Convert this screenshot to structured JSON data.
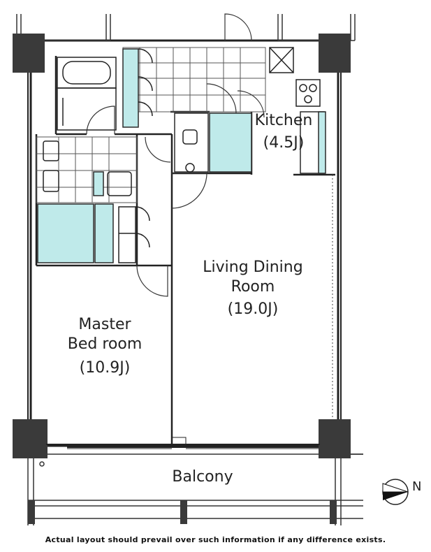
{
  "rooms": {
    "kitchen": {
      "name": "Kitchen",
      "size": "(4.5J)"
    },
    "living": {
      "name_line1": "Living Dining",
      "name_line2": "Room",
      "size": "(19.0J)"
    },
    "bedroom": {
      "name_line1": "Master",
      "name_line2": "Bed room",
      "size": "(10.9J)"
    },
    "balcony": {
      "name": "Balcony"
    }
  },
  "compass": {
    "letter": "N"
  },
  "disclaimer": "Actual layout should prevail over such information if any difference exists.",
  "colors": {
    "wall": "#222222",
    "fixture": "#bfeaea",
    "fixture_stroke": "#2a2a2a",
    "column": "#333333"
  }
}
